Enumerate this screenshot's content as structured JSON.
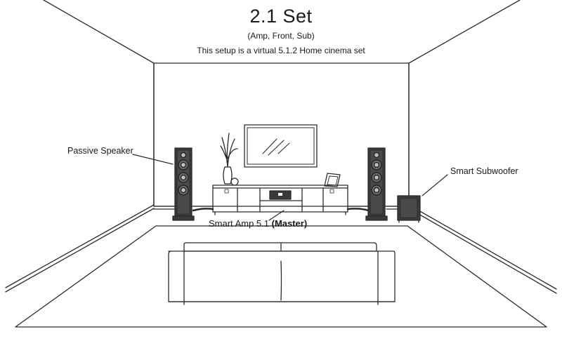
{
  "header": {
    "title": "2.1 Set",
    "subtitle": "(Amp, Front, Sub)",
    "description": "This setup is a virtual 5.1.2 Home cinema set"
  },
  "labels": {
    "passive_speaker": "Passive Speaker",
    "smart_subwoofer": "Smart Subwoofer",
    "smart_amp": "Smart Amp 5.1",
    "smart_amp_role": "(Master)"
  },
  "colors": {
    "line": "#2b2b2b",
    "speaker_body": "#3a3a3a",
    "background": "#ffffff"
  }
}
